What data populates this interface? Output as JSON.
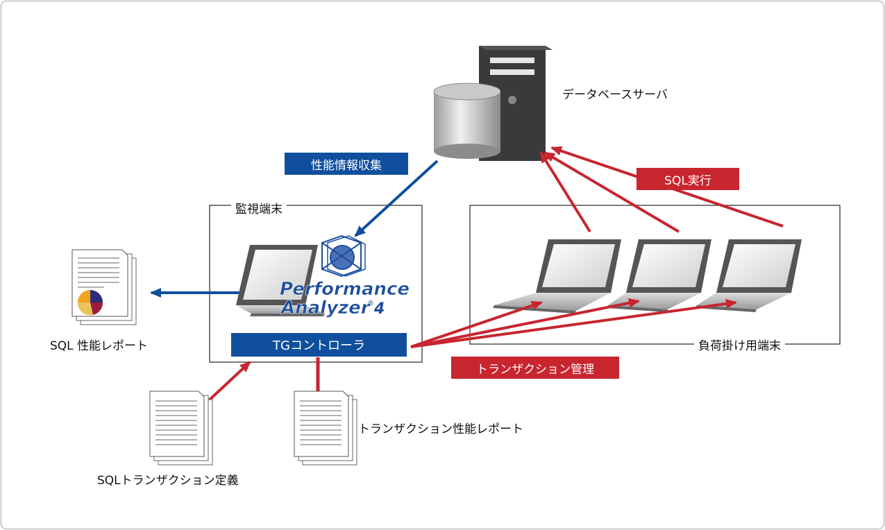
{
  "diagram": {
    "db_server_label": "データベースサーバ",
    "perf_collect_label": "性能情報収集",
    "monitor_terminal_label": "監視端末",
    "load_terminal_label": "負荷掛け用端末",
    "sql_exec_label": "SQL実行",
    "tg_controller_label": "TGコントローラ",
    "transaction_mgmt_label": "トランザクション管理",
    "sql_report_label": "SQL 性能レポート",
    "sql_tx_def_label": "SQLトランザクション定義",
    "tx_report_label": "トランザクション性能レポート",
    "logo_line1": "Performance",
    "logo_line2": "Analyzer",
    "logo_version": "4",
    "colors": {
      "blue": "#0f4f9e",
      "red": "#c8252f",
      "server": "#3a3a3c",
      "frame": "#cccccc"
    }
  }
}
